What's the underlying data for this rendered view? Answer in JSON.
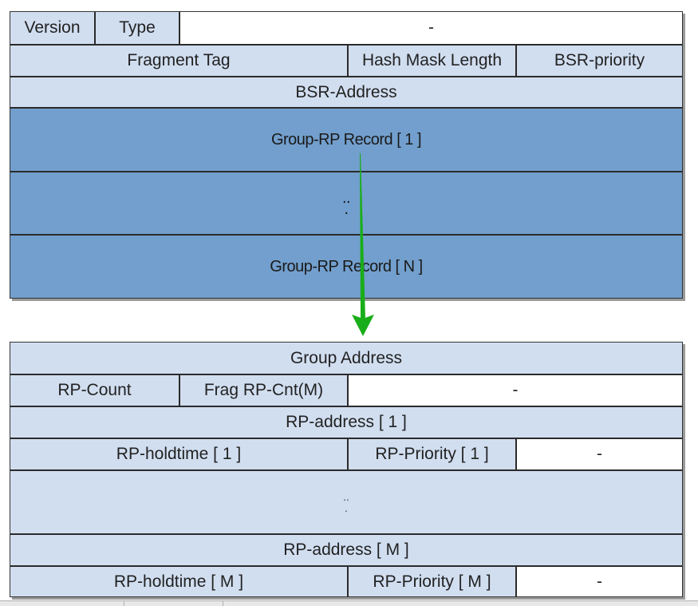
{
  "bsr_message": {
    "rows": [
      {
        "cells": [
          {
            "label": "Version"
          },
          {
            "label": "Type"
          },
          {
            "label": "-"
          }
        ]
      },
      {
        "cells": [
          {
            "label": "Fragment Tag"
          },
          {
            "label": "Hash Mask Length"
          },
          {
            "label": "BSR-priority"
          }
        ]
      },
      {
        "cells": [
          {
            "label": "BSR-Address"
          }
        ]
      },
      {
        "cells": [
          {
            "label": "Group-RP Record [ 1 ]"
          }
        ]
      },
      {
        "cells": [
          {
            "label": "..",
            "label2": "."
          }
        ]
      },
      {
        "cells": [
          {
            "label": "Group-RP Record [ N ]"
          }
        ]
      }
    ]
  },
  "connector": {
    "color": "#1aad1a",
    "from": "Group-RP Record",
    "to": "Group-RP Record detail"
  },
  "group_rp_record": {
    "rows": [
      {
        "cells": [
          {
            "label": "Group Address"
          }
        ]
      },
      {
        "cells": [
          {
            "label": "RP-Count"
          },
          {
            "label": "Frag RP-Cnt(M)"
          },
          {
            "label": "-"
          }
        ]
      },
      {
        "cells": [
          {
            "label": "RP-address [ 1 ]"
          }
        ]
      },
      {
        "cells": [
          {
            "label": "RP-holdtime [ 1 ]"
          },
          {
            "label": "RP-Priority [ 1 ]"
          },
          {
            "label": "-"
          }
        ]
      },
      {
        "cells": [
          {
            "label": "..",
            "label2": "."
          }
        ]
      },
      {
        "cells": [
          {
            "label": "RP-address [ M ]"
          }
        ]
      },
      {
        "cells": [
          {
            "label": "RP-holdtime [ M ]"
          },
          {
            "label": "RP-Priority [ M ]"
          },
          {
            "label": "-"
          }
        ]
      }
    ]
  },
  "colors": {
    "field_light": "#d1def0",
    "field_dark": "#729fcd",
    "reserved": "#ffffff",
    "border": "#2b2b2b",
    "arrow": "#1aad1a"
  }
}
